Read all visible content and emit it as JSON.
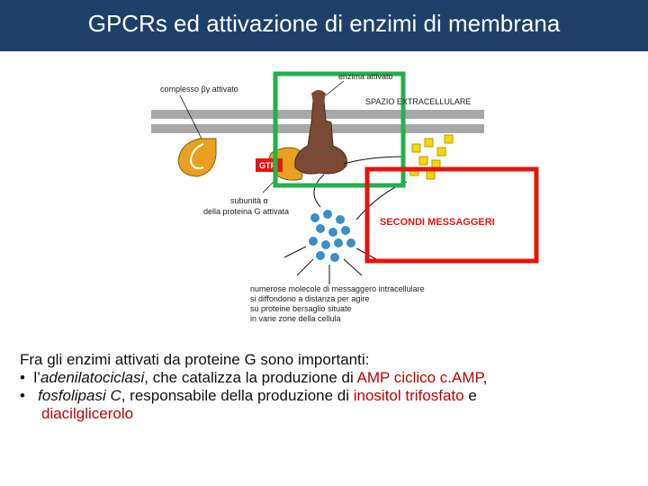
{
  "title": "GPCRs ed attivazione di enzimi di membrana",
  "figure": {
    "label_complex": "complesso βγ attivato",
    "label_enzyme": "enzima attivato",
    "label_space": "SPAZIO EXTRACELLULARE",
    "label_gtp": "GTP",
    "label_subunit_1": "subunità α",
    "label_subunit_2": "della proteina G attivata",
    "label_second_messengers": "SECONDI MESSAGGERI",
    "desc_1": "numerose molecole di messaggero intracellulare",
    "desc_2": "si diffondono a distanza per agire",
    "desc_3": "su proteine bersaglio situate",
    "desc_4": "in varie zone della cellula",
    "colors": {
      "green_box": "#22b24c",
      "red_box": "#e8140c",
      "membrane": "#a8a8a8",
      "enzyme": "#7a4a35",
      "alpha": "#e8a020",
      "messengers": "#3b8fc8",
      "yellow": "#f5d800"
    }
  },
  "text": {
    "intro": "Fra gli enzimi attivati da proteine G sono importanti:",
    "b1_bullet": "•",
    "b1_a": "l’",
    "b1_b": "adenilatociclasi",
    "b1_c": ", che catalizza la produzione di ",
    "b1_d": "AMP ciclico c.AMP",
    "b1_e": ",",
    "b2_bullet": "•",
    "b2_a": "fosfolipasi C",
    "b2_b": ", responsabile della produzione di ",
    "b2_c": "inositol trifosfato",
    "b2_d": " e",
    "b2_e": "diacilglicerolo"
  }
}
